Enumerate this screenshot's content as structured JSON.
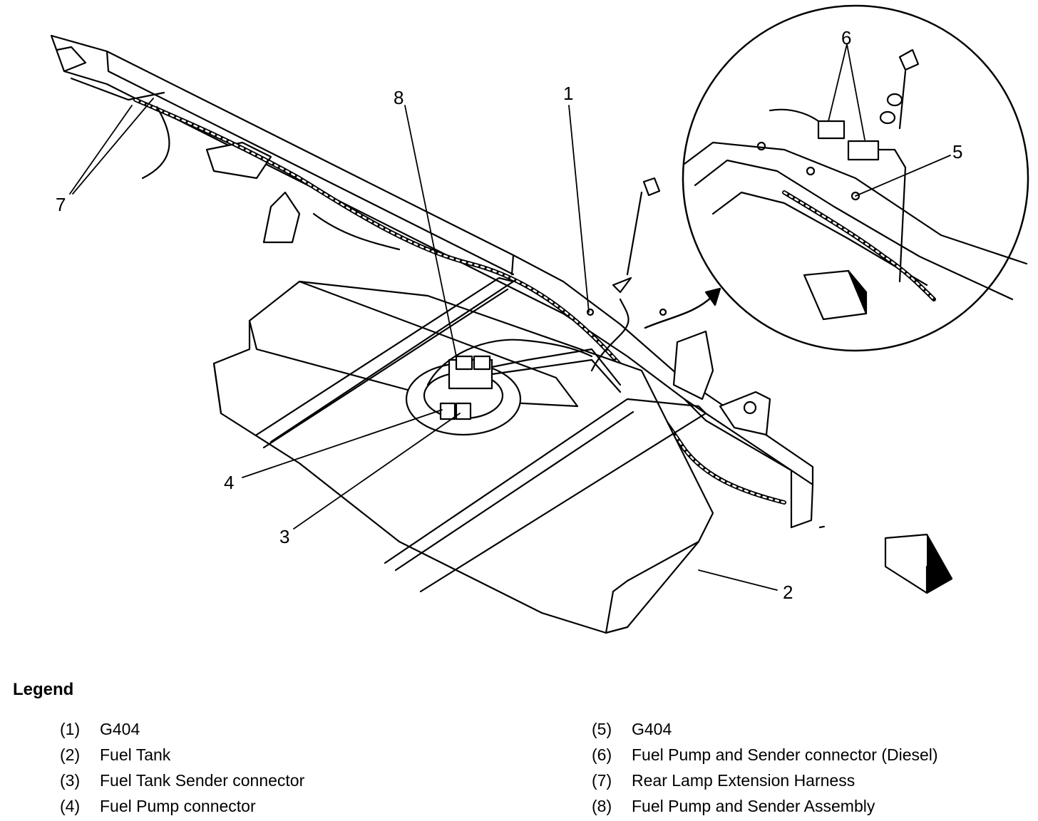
{
  "callouts": {
    "c1": "1",
    "c2": "2",
    "c3": "3",
    "c4": "4",
    "c5": "5",
    "c6": "6",
    "c7": "7",
    "c8": "8"
  },
  "legend": {
    "title": "Legend",
    "left": [
      {
        "num": "(1)",
        "text": "G404"
      },
      {
        "num": "(2)",
        "text": "Fuel Tank"
      },
      {
        "num": "(3)",
        "text": "Fuel Tank Sender connector"
      },
      {
        "num": "(4)",
        "text": "Fuel Pump connector"
      }
    ],
    "right": [
      {
        "num": "(5)",
        "text": "G404"
      },
      {
        "num": "(6)",
        "text": "Fuel Pump and Sender connector (Diesel)"
      },
      {
        "num": "(7)",
        "text": "Rear Lamp Extension Harness"
      },
      {
        "num": "(8)",
        "text": "Fuel Pump and Sender Assembly"
      }
    ]
  }
}
